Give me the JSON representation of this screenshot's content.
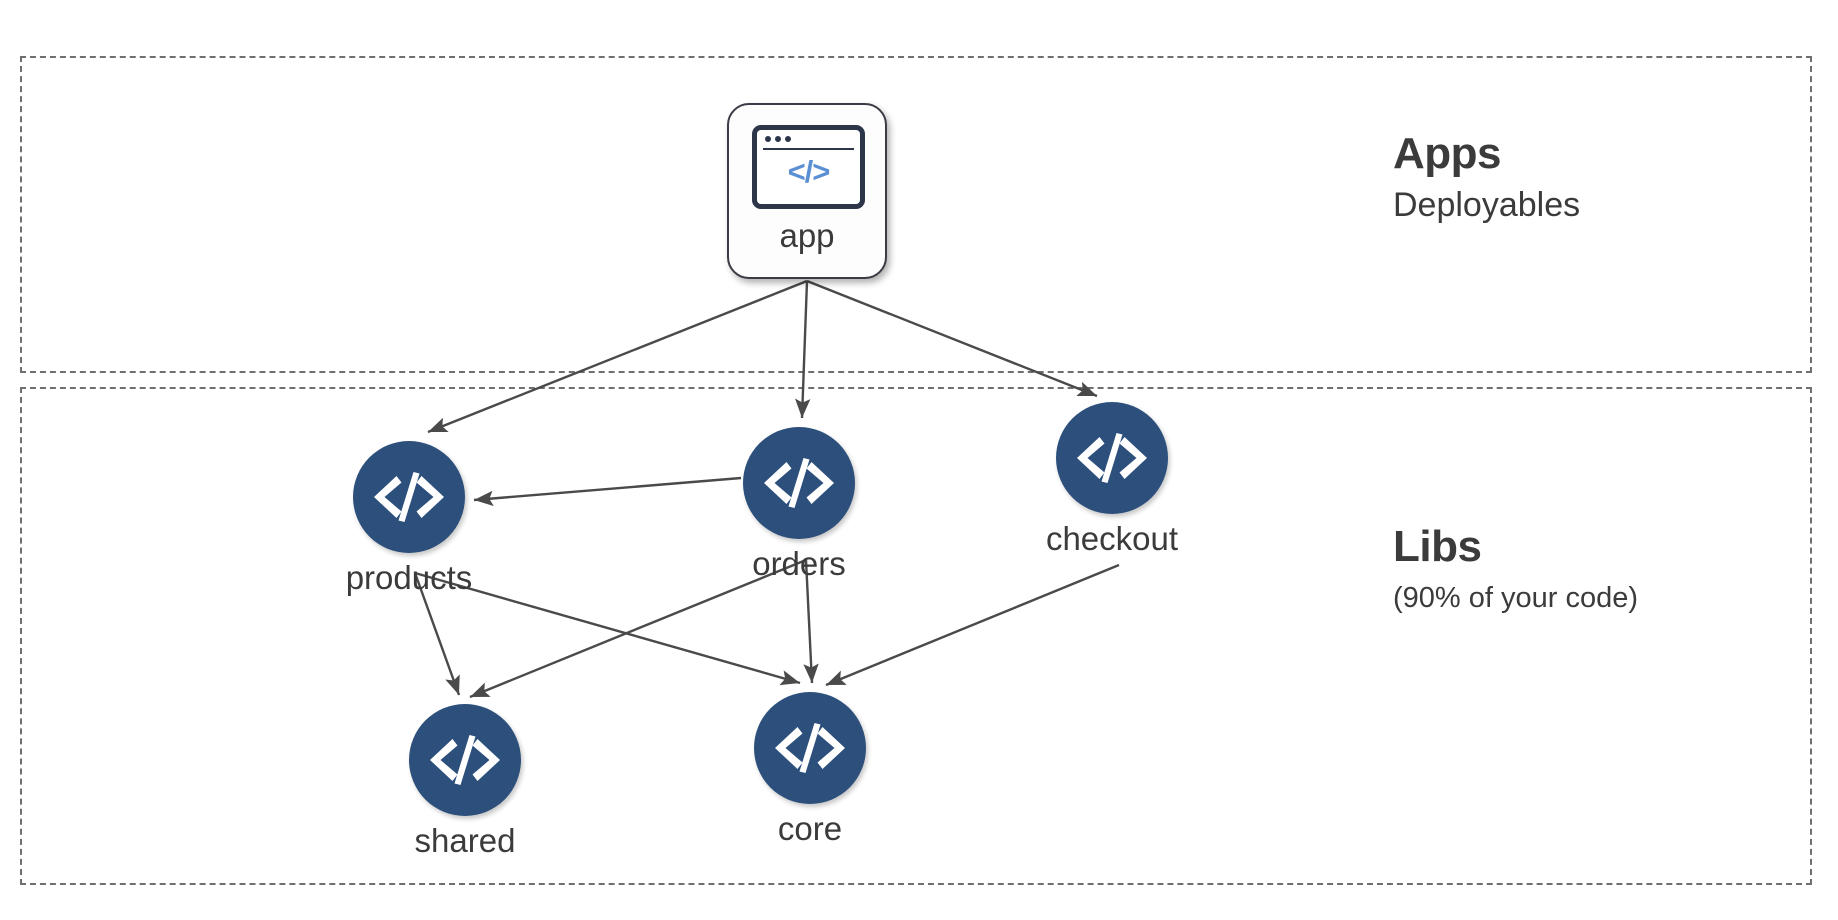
{
  "diagram": {
    "title": "Nx workspace app and lib dependency graph",
    "background": "#ffffff",
    "colors": {
      "lib_node_fill": "#2c4f7c",
      "lib_node_glyph": "#ffffff",
      "app_card_border": "#3c3c46",
      "app_icon_code": "#5b8fd4",
      "zone_border": "#6e6e73",
      "edge_stroke": "#4a4a4a",
      "text": "#3b3b3b"
    }
  },
  "zones": [
    {
      "id": "apps",
      "title": "Apps",
      "subtitle": "Deployables",
      "border_style": "dashed"
    },
    {
      "id": "libs",
      "title": "Libs",
      "subtitle": "(90% of your code)",
      "border_style": "dashed"
    }
  ],
  "nodes": [
    {
      "id": "app",
      "label": "app",
      "type": "app-card",
      "zone": "apps",
      "icon": "browser-window-code-icon"
    },
    {
      "id": "products",
      "label": "products",
      "type": "lib-circle",
      "zone": "libs",
      "icon": "code-tags-icon"
    },
    {
      "id": "orders",
      "label": "orders",
      "type": "lib-circle",
      "zone": "libs",
      "icon": "code-tags-icon"
    },
    {
      "id": "checkout",
      "label": "checkout",
      "type": "lib-circle",
      "zone": "libs",
      "icon": "code-tags-icon"
    },
    {
      "id": "shared",
      "label": "shared",
      "type": "lib-circle",
      "zone": "libs",
      "icon": "code-tags-icon"
    },
    {
      "id": "core",
      "label": "core",
      "type": "lib-circle",
      "zone": "libs",
      "icon": "code-tags-icon"
    }
  ],
  "edges": [
    {
      "from": "app",
      "to": "products"
    },
    {
      "from": "app",
      "to": "orders"
    },
    {
      "from": "app",
      "to": "checkout"
    },
    {
      "from": "orders",
      "to": "products"
    },
    {
      "from": "products",
      "to": "shared"
    },
    {
      "from": "products",
      "to": "core"
    },
    {
      "from": "orders",
      "to": "shared"
    },
    {
      "from": "orders",
      "to": "core"
    },
    {
      "from": "checkout",
      "to": "core"
    }
  ]
}
